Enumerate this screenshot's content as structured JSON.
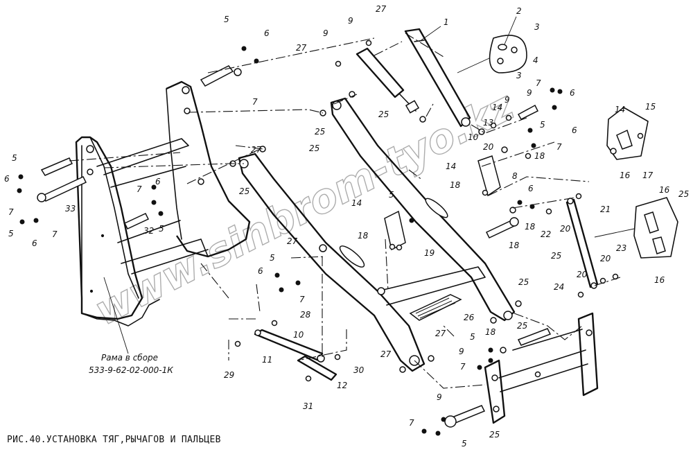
{
  "caption": "РИС.40.УСТАНОВКА ТЯГ,РЫЧАГОВ И ПАЛЬЦЕВ",
  "frame_label": {
    "line1": "Рама в сборе",
    "line2": "533-9-62-02-000-1К"
  },
  "watermark": "www.sinbrom-tyo.kz",
  "callouts": [
    "1",
    "2",
    "3",
    "3",
    "4",
    "5",
    "5",
    "5",
    "5",
    "5",
    "5",
    "5",
    "5",
    "5",
    "6",
    "6",
    "6",
    "6",
    "6",
    "6",
    "6",
    "6",
    "7",
    "7",
    "7",
    "7",
    "7",
    "7",
    "7",
    "7",
    "7",
    "8",
    "9",
    "9",
    "9",
    "9",
    "9",
    "9",
    "10",
    "10",
    "11",
    "12",
    "13",
    "14",
    "14",
    "14",
    "14",
    "15",
    "16",
    "16",
    "16",
    "17",
    "18",
    "18",
    "18",
    "18",
    "18",
    "18",
    "19",
    "20",
    "20",
    "20",
    "20",
    "21",
    "22",
    "23",
    "24",
    "25",
    "25",
    "25",
    "25",
    "25",
    "25",
    "25",
    "25",
    "25",
    "26",
    "27",
    "27",
    "27",
    "27",
    "27",
    "27",
    "28",
    "29",
    "30",
    "31",
    "32",
    "33"
  ]
}
